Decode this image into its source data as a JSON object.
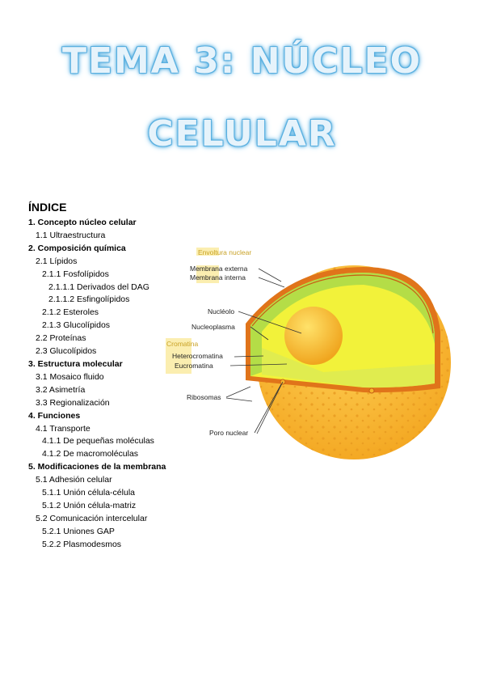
{
  "title": {
    "line1": "TEMA 3: NÚCLEO",
    "line2": "CELULAR"
  },
  "index": {
    "heading": "ÍNDICE",
    "items": [
      {
        "text": "1. Concepto núcleo celular",
        "level": 0
      },
      {
        "text": "1.1 Ultraestructura",
        "level": 1
      },
      {
        "text": "2. Composición química",
        "level": 0
      },
      {
        "text": "2.1 Lípidos",
        "level": 1
      },
      {
        "text": "2.1.1 Fosfolípidos",
        "level": 2
      },
      {
        "text": "2.1.1.1 Derivados del DAG",
        "level": 3
      },
      {
        "text": "2.1.1.2 Esfingolípidos",
        "level": 3
      },
      {
        "text": "2.1.2 Esteroles",
        "level": 2
      },
      {
        "text": "2.1.3 Glucolípidos",
        "level": 2
      },
      {
        "text": "2.2 Proteínas",
        "level": 1
      },
      {
        "text": "2.3 Glucolípidos",
        "level": 1
      },
      {
        "text": "3. Estructura molecular",
        "level": 0
      },
      {
        "text": "3.1 Mosaico fluido",
        "level": 1
      },
      {
        "text": "3.2 Asimetría",
        "level": 1
      },
      {
        "text": "3.3 Regionalización",
        "level": 1
      },
      {
        "text": "4. Funciones",
        "level": 0
      },
      {
        "text": "4.1 Transporte",
        "level": 1
      },
      {
        "text": "4.1.1 De pequeñas moléculas",
        "level": 2
      },
      {
        "text": "4.1.2 De macromoléculas",
        "level": 2
      },
      {
        "text": "5. Modificaciones de la membrana",
        "level": 0
      },
      {
        "text": "5.1 Adhesión celular",
        "level": 1
      },
      {
        "text": "5.1.1 Unión célula-célula",
        "level": 2
      },
      {
        "text": "5.1.2 Unión célula-matriz",
        "level": 2
      },
      {
        "text": "5.2 Comunicación intercelular",
        "level": 1
      },
      {
        "text": "5.2.1 Uniones GAP",
        "level": 2
      },
      {
        "text": "5.2.2 Plasmodesmos",
        "level": 2
      }
    ]
  },
  "figure": {
    "labels": {
      "envoltura": "Envoltura nuclear",
      "membrana_externa": "Membrana externa",
      "membrana_interna": "Membrana interna",
      "nucleolo": "Nucléolo",
      "nucleoplasma": "Nucleoplasma",
      "cromatina": "Cromatina",
      "heterocromatina": "Heterocromatina",
      "eucromatina": "Eucromatina",
      "ribosomas": "Ribosomas",
      "poro_nuclear": "Poro nuclear"
    },
    "colors": {
      "cytoplasm": "#f6b52c",
      "membrane": "#e0741a",
      "nucleoplasm": "#f2f23a",
      "chromatin": "#a9d94a",
      "nucleolus": "#f7c12f",
      "label_highlight": "#fbeeb0",
      "title_glow": "#4aa7dc"
    }
  }
}
